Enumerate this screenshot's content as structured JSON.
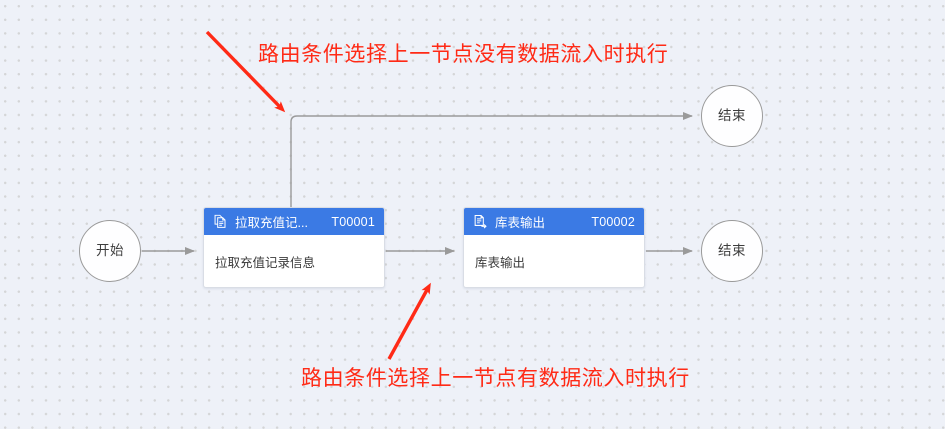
{
  "canvas": {
    "background_color": "#eef1f8",
    "grid": "dot-grid"
  },
  "nodes": {
    "start": {
      "label": "开始"
    },
    "end_top": {
      "label": "结束"
    },
    "end_bottom": {
      "label": "结束"
    },
    "fetch": {
      "title": "拉取充值记...",
      "code": "T00001",
      "body": "拉取充值记录信息",
      "icon": "document-icon",
      "header_color": "#3b7ae4"
    },
    "output": {
      "title": "库表输出",
      "code": "T00002",
      "body": "库表输出",
      "icon": "document-export-icon",
      "header_color": "#3b7ae4"
    }
  },
  "annotations": {
    "top": "路由条件选择上一节点没有数据流入时执行",
    "bottom": "路由条件选择上一节点有数据流入时执行",
    "color": "#ff2a16"
  },
  "edges": {
    "stroke_color": "#9a9a9a"
  }
}
